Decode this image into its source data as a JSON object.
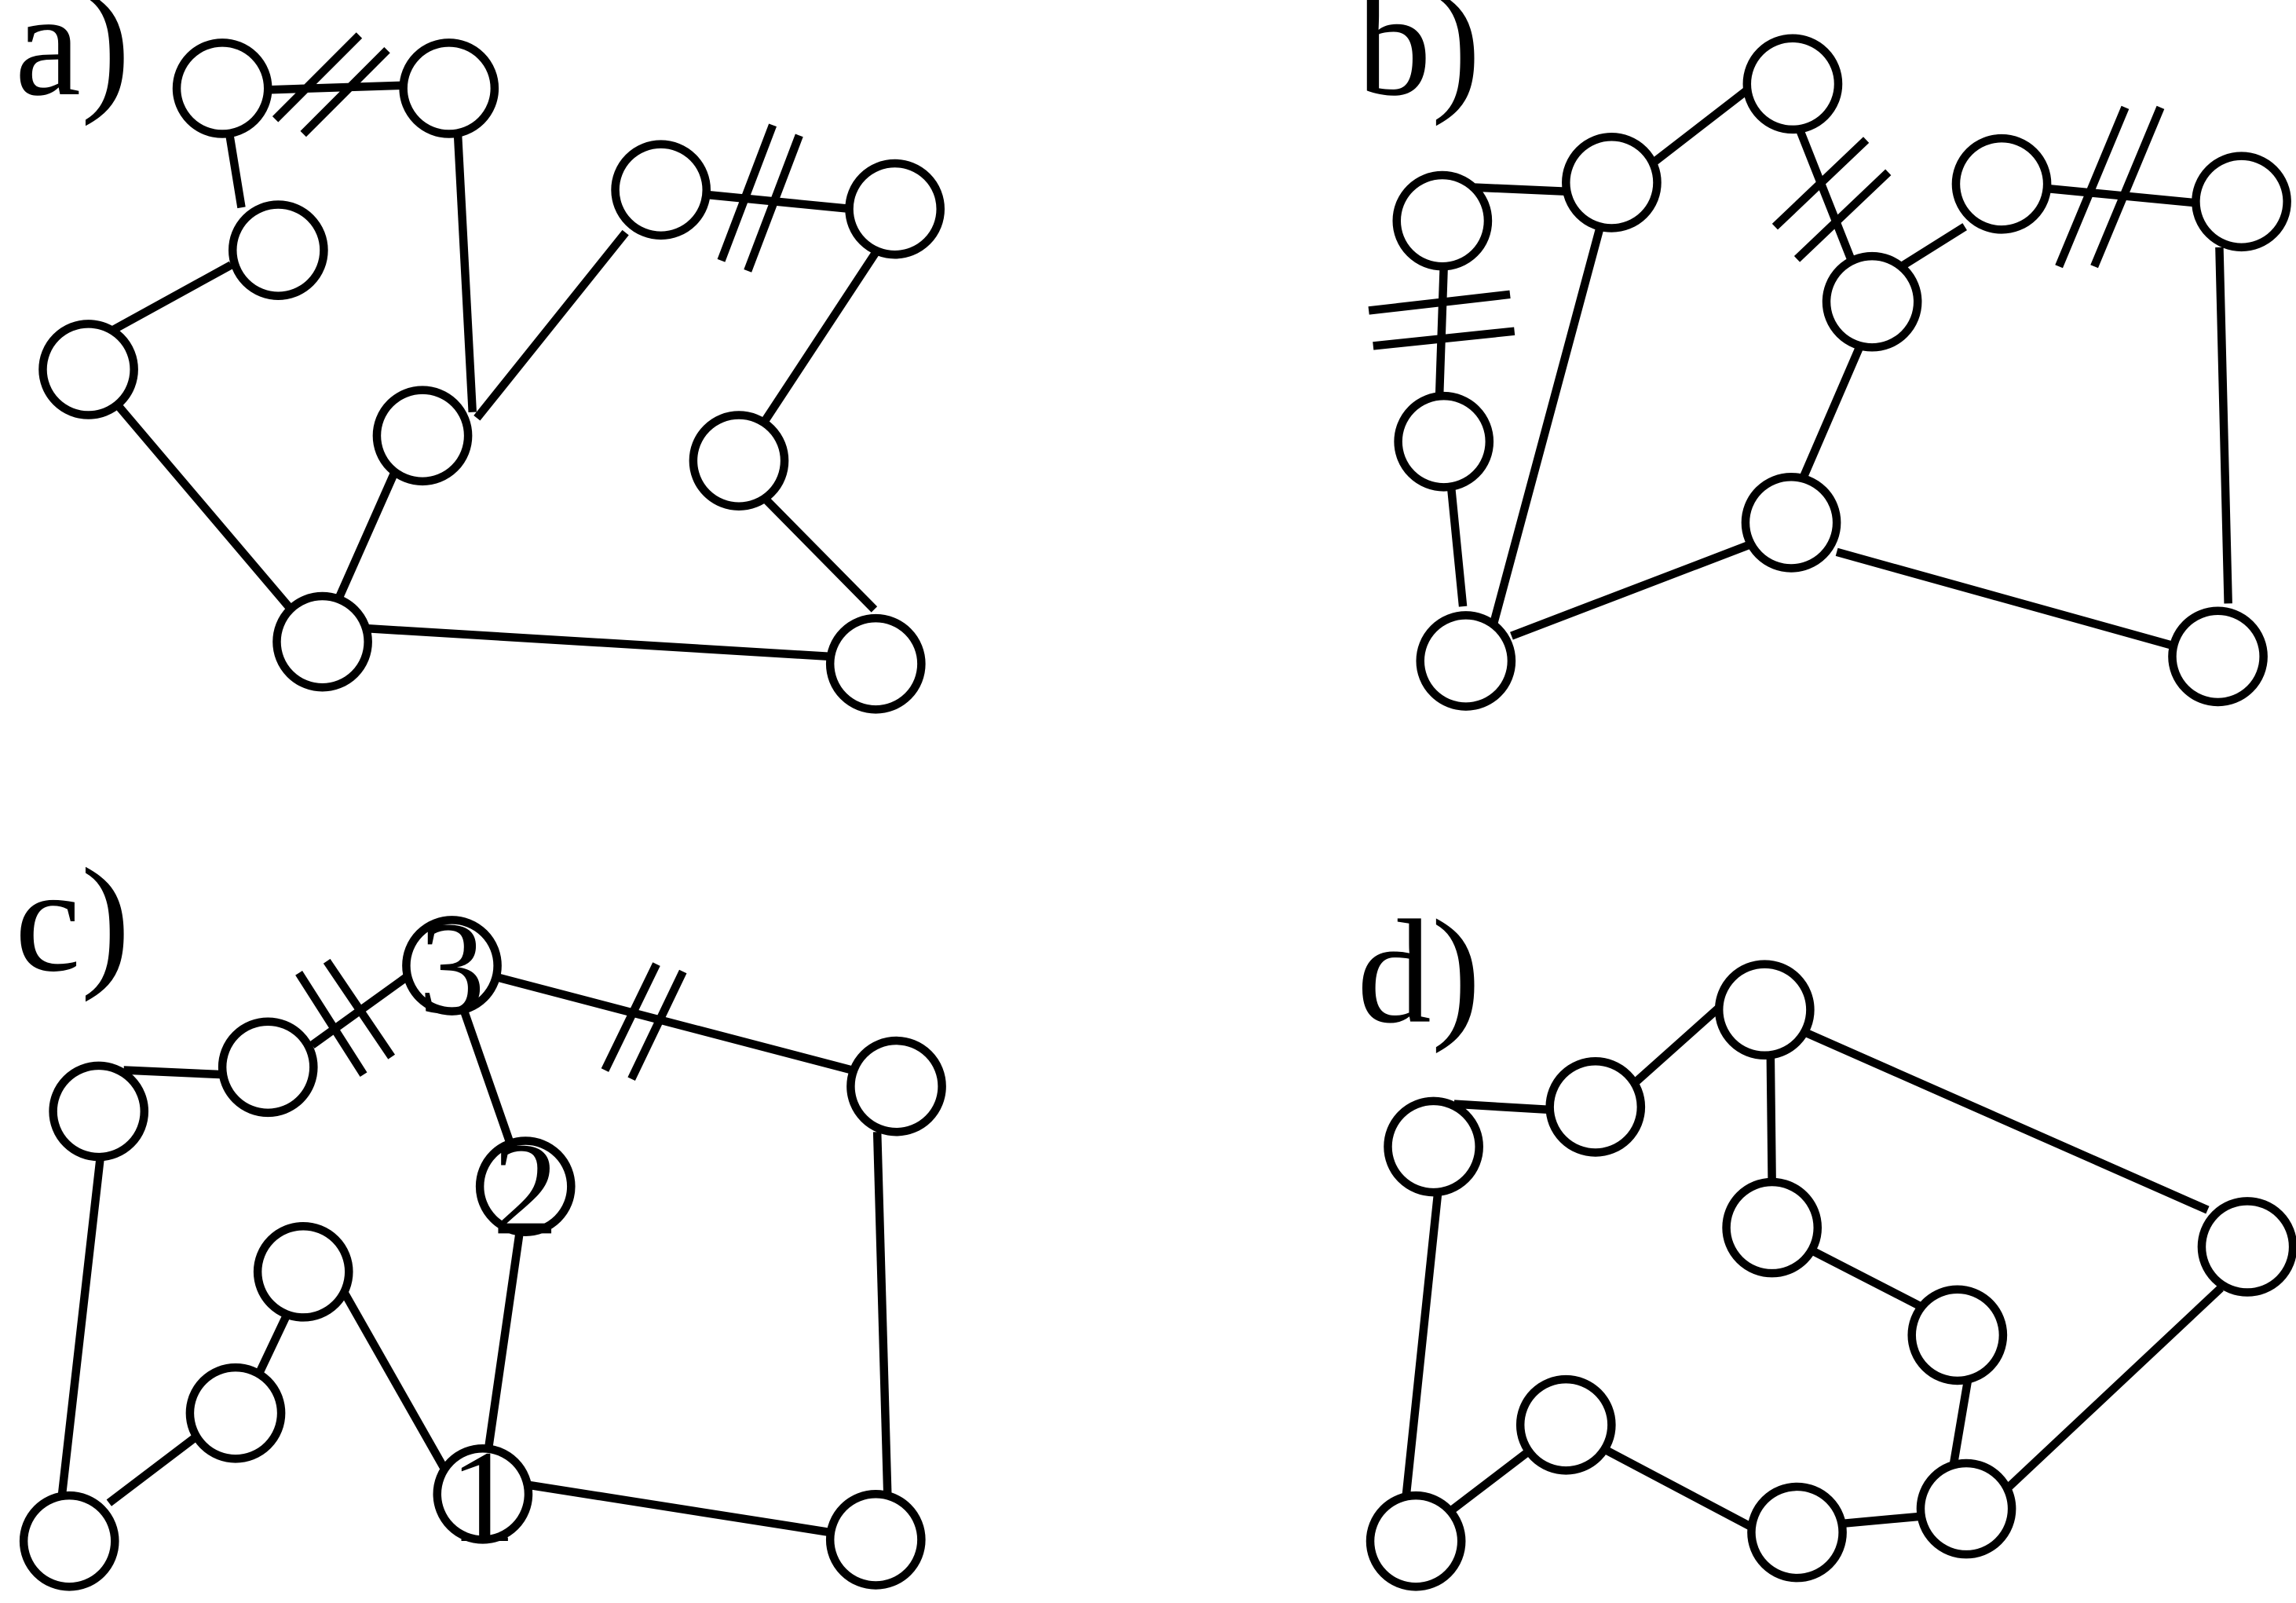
{
  "panels": [
    {
      "id": "a",
      "label": "a)"
    },
    {
      "id": "b",
      "label": "b)"
    },
    {
      "id": "c",
      "label": "c)"
    },
    {
      "id": "d",
      "label": "d)"
    }
  ],
  "node_labels": [
    "1",
    "2",
    "3"
  ]
}
